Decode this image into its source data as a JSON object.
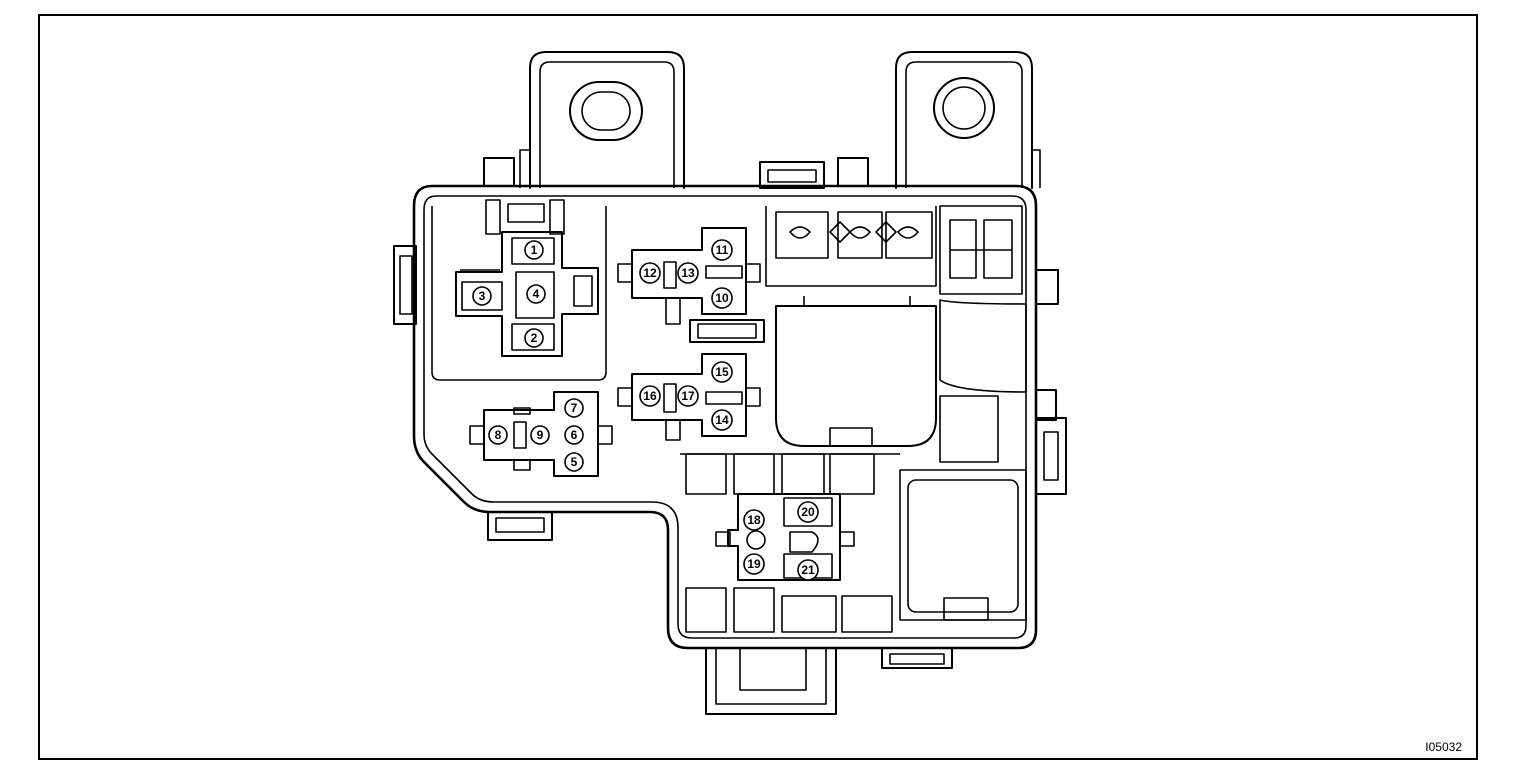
{
  "figure_id": "I05032",
  "connectors": [
    {
      "id": "1"
    },
    {
      "id": "2"
    },
    {
      "id": "3"
    },
    {
      "id": "4"
    },
    {
      "id": "5"
    },
    {
      "id": "6"
    },
    {
      "id": "7"
    },
    {
      "id": "8"
    },
    {
      "id": "9"
    },
    {
      "id": "10"
    },
    {
      "id": "11"
    },
    {
      "id": "12"
    },
    {
      "id": "13"
    },
    {
      "id": "14"
    },
    {
      "id": "15"
    },
    {
      "id": "16"
    },
    {
      "id": "17"
    },
    {
      "id": "18"
    },
    {
      "id": "19"
    },
    {
      "id": "20"
    },
    {
      "id": "21"
    }
  ]
}
